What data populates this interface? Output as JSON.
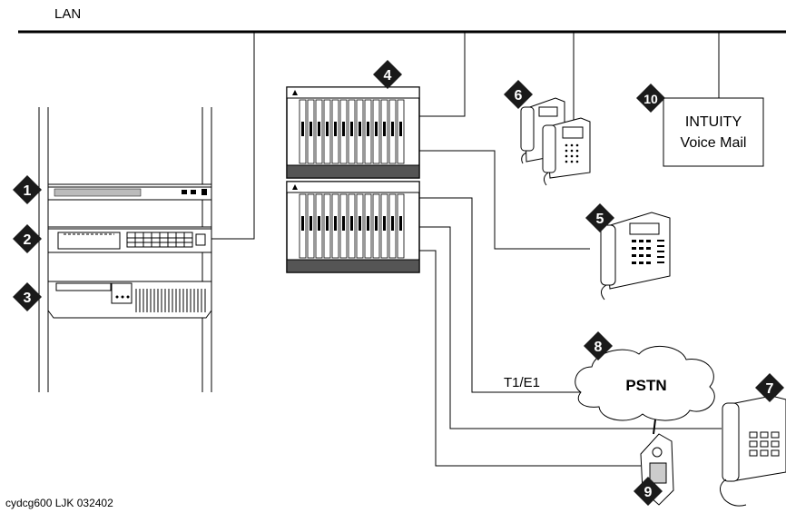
{
  "network": {
    "lan_label": "LAN"
  },
  "callouts": [
    "1",
    "2",
    "3",
    "4",
    "5",
    "6",
    "7",
    "8",
    "9",
    "10"
  ],
  "voicemail": {
    "line1": "INTUITY",
    "line2": "Voice Mail"
  },
  "pstn": {
    "label": "PSTN",
    "trunk_label": "T1/E1"
  },
  "footer": {
    "figure_id": "cydcg600 LJK 032402"
  },
  "colors": {
    "line": "#000000",
    "background": "#ffffff",
    "callout": "#1a1a1a",
    "callout_text": "#ffffff"
  }
}
